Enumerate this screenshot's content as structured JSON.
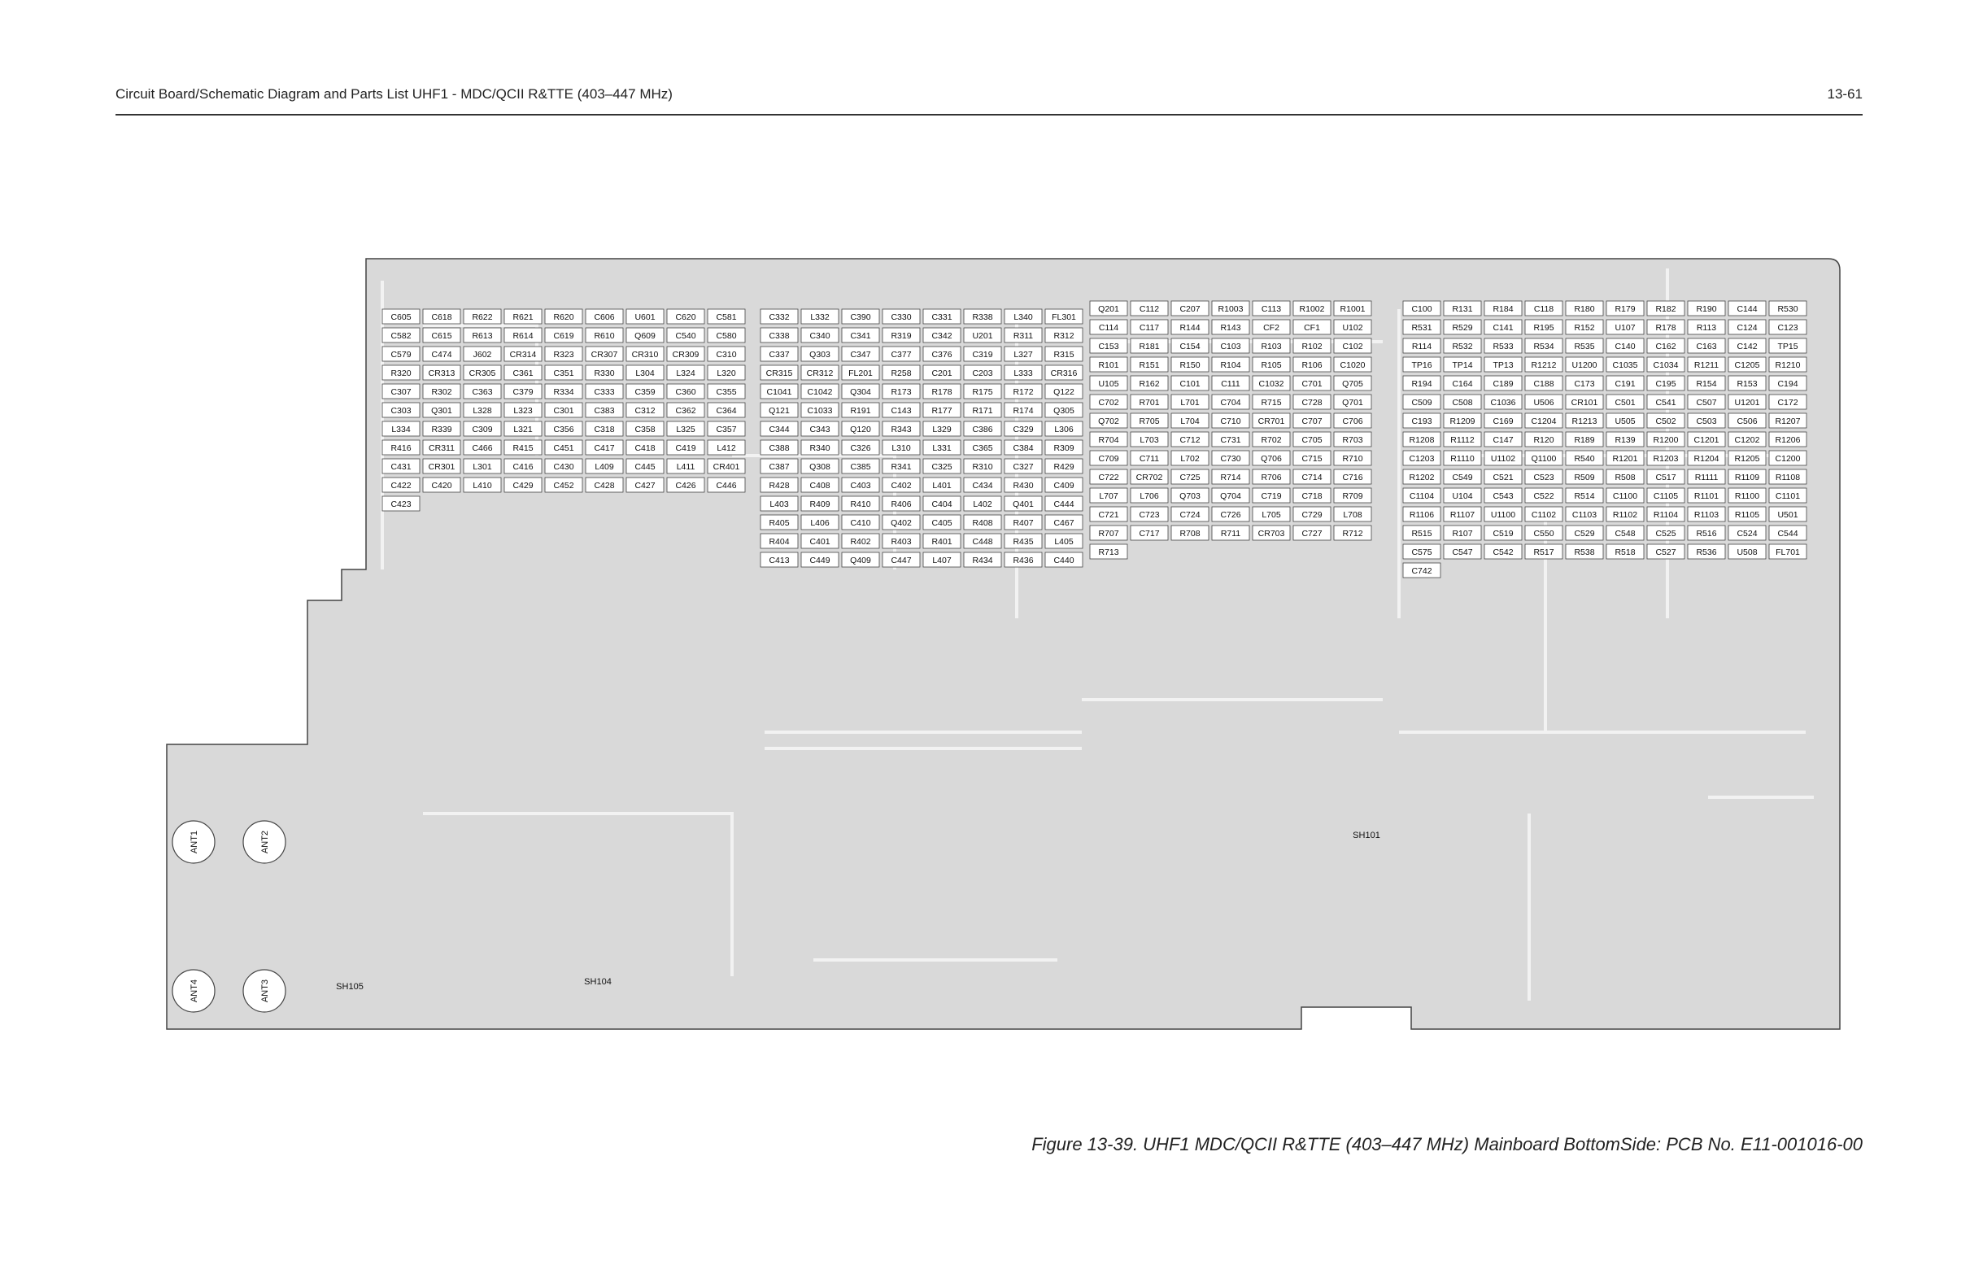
{
  "header": {
    "title": "Circuit Board/Schematic Diagram and Parts List UHF1 - MDC/QCII R&TTE (403–447 MHz)",
    "page_number": "13-61"
  },
  "caption": "Figure 13-39. UHF1 MDC/QCII R&TTE (403–447 MHz) Mainboard BottomSide: PCB No. E11-001016-00",
  "colors": {
    "board": "#d9d9d9",
    "trace": "#f2f2f2",
    "pad": "#ffffff",
    "outline": "#444444"
  },
  "antennas": [
    "ANT1",
    "ANT2",
    "ANT4",
    "ANT3"
  ],
  "shields": [
    "SH105",
    "SH104",
    "SH101"
  ],
  "regions": {
    "left": [
      "C605",
      "C618",
      "R622",
      "R621",
      "R620",
      "C606",
      "U601",
      "C620",
      "C581",
      "C582",
      "C615",
      "R613",
      "R614",
      "C619",
      "R610",
      "Q609",
      "C540",
      "C580",
      "C579",
      "C474",
      "J602",
      "CR314",
      "R323",
      "CR307",
      "CR310",
      "CR309",
      "C310",
      "R320",
      "CR313",
      "CR305",
      "C361",
      "C351",
      "R330",
      "L304",
      "L324",
      "L320",
      "C307",
      "R302",
      "C363",
      "C379",
      "R334",
      "C333",
      "C359",
      "C360",
      "C355",
      "C303",
      "Q301",
      "L328",
      "L323",
      "C301",
      "C383",
      "C312",
      "C362",
      "C364",
      "L334",
      "R339",
      "C309",
      "L321",
      "C356",
      "C318",
      "C358",
      "L325",
      "C357",
      "R416",
      "CR311",
      "C466",
      "R415",
      "C451",
      "C417",
      "C418",
      "C419",
      "L412",
      "C431",
      "CR301",
      "L301",
      "C416",
      "C430",
      "L409",
      "C445",
      "L411",
      "CR401",
      "C422",
      "C420",
      "L410",
      "C429",
      "C452",
      "C428",
      "C427",
      "C426",
      "C446",
      "C423"
    ],
    "center": [
      "C332",
      "L332",
      "C390",
      "C330",
      "C331",
      "R338",
      "L340",
      "FL301",
      "C338",
      "C340",
      "C341",
      "R319",
      "C342",
      "U201",
      "R311",
      "R312",
      "C337",
      "Q303",
      "C347",
      "C377",
      "C376",
      "C319",
      "L327",
      "R315",
      "CR315",
      "CR312",
      "FL201",
      "R258",
      "C201",
      "C203",
      "L333",
      "CR316",
      "C1041",
      "C1042",
      "Q304",
      "R173",
      "R178",
      "R175",
      "R172",
      "Q122",
      "Q121",
      "C1033",
      "R191",
      "C143",
      "R177",
      "R171",
      "R174",
      "Q305",
      "C344",
      "C343",
      "Q120",
      "R343",
      "L329",
      "C386",
      "C329",
      "L306",
      "C388",
      "R340",
      "C326",
      "L310",
      "L331",
      "C365",
      "C384",
      "R309",
      "C387",
      "Q308",
      "C385",
      "R341",
      "C325",
      "R310",
      "C327",
      "R429",
      "R428",
      "C408",
      "C403",
      "C402",
      "L401",
      "C434",
      "R430",
      "C409",
      "L403",
      "R409",
      "R410",
      "R406",
      "C404",
      "L402",
      "Q401",
      "C444",
      "R405",
      "L406",
      "C410",
      "Q402",
      "C405",
      "R408",
      "R407",
      "C467",
      "R404",
      "C401",
      "R402",
      "R403",
      "R401",
      "C448",
      "R435",
      "L405",
      "C413",
      "C449",
      "Q409",
      "C447",
      "L407",
      "R434",
      "R436",
      "C440"
    ],
    "center_right": [
      "Q201",
      "C112",
      "C207",
      "R1003",
      "C113",
      "R1002",
      "R1001",
      "C114",
      "C117",
      "R144",
      "R143",
      "CF2",
      "CF1",
      "U102",
      "C153",
      "R181",
      "C154",
      "C103",
      "R103",
      "R102",
      "C102",
      "R101",
      "R151",
      "R150",
      "R104",
      "R105",
      "R106",
      "C1020",
      "U105",
      "R162",
      "C101",
      "C111",
      "C1032",
      "C701",
      "Q705",
      "C702",
      "R701",
      "L701",
      "C704",
      "R715",
      "C728",
      "Q701",
      "Q702",
      "R705",
      "L704",
      "C710",
      "CR701",
      "C707",
      "C706",
      "R704",
      "L703",
      "C712",
      "C731",
      "R702",
      "C705",
      "R703",
      "C709",
      "C711",
      "L702",
      "C730",
      "Q706",
      "C715",
      "R710",
      "C722",
      "CR702",
      "C725",
      "R714",
      "R706",
      "C714",
      "C716",
      "L707",
      "L706",
      "Q703",
      "Q704",
      "C719",
      "C718",
      "R709",
      "C721",
      "C723",
      "C724",
      "C726",
      "L705",
      "C729",
      "L708",
      "R707",
      "C717",
      "R708",
      "R711",
      "CR703",
      "C727",
      "R712",
      "R713"
    ],
    "right": [
      "C100",
      "R131",
      "R184",
      "C118",
      "R180",
      "R179",
      "R182",
      "R190",
      "C144",
      "R530",
      "R531",
      "R529",
      "C141",
      "R195",
      "R152",
      "U107",
      "R178",
      "R113",
      "C124",
      "C123",
      "R114",
      "R532",
      "R533",
      "R534",
      "R535",
      "C140",
      "C162",
      "C163",
      "C142",
      "TP15",
      "TP16",
      "TP14",
      "TP13",
      "R1212",
      "U1200",
      "C1035",
      "C1034",
      "R1211",
      "C1205",
      "R1210",
      "R194",
      "C164",
      "C189",
      "C188",
      "C173",
      "C191",
      "C195",
      "R154",
      "R153",
      "C194",
      "C509",
      "C508",
      "C1036",
      "U506",
      "CR101",
      "C501",
      "C541",
      "C507",
      "U1201",
      "C172",
      "C193",
      "R1209",
      "C169",
      "C1204",
      "R1213",
      "U505",
      "C502",
      "C503",
      "C506",
      "R1207",
      "R1208",
      "R1112",
      "C147",
      "R120",
      "R189",
      "R139",
      "R1200",
      "C1201",
      "C1202",
      "R1206",
      "C1203",
      "R1110",
      "U1102",
      "Q1100",
      "R540",
      "R1201",
      "R1203",
      "R1204",
      "R1205",
      "C1200",
      "R1202",
      "C549",
      "C521",
      "C523",
      "R509",
      "R508",
      "C517",
      "R1111",
      "R1109",
      "R1108",
      "C1104",
      "U104",
      "C543",
      "C522",
      "R514",
      "C1100",
      "C1105",
      "R1101",
      "R1100",
      "C1101",
      "R1106",
      "R1107",
      "U1100",
      "C1102",
      "C1103",
      "R1102",
      "R1104",
      "R1103",
      "R1105",
      "U501",
      "R515",
      "R107",
      "C519",
      "C550",
      "C529",
      "C548",
      "C525",
      "R516",
      "C524",
      "C544",
      "C575",
      "C547",
      "C542",
      "R517",
      "R538",
      "R518",
      "C527",
      "R536",
      "U508",
      "FL701",
      "C742"
    ]
  }
}
